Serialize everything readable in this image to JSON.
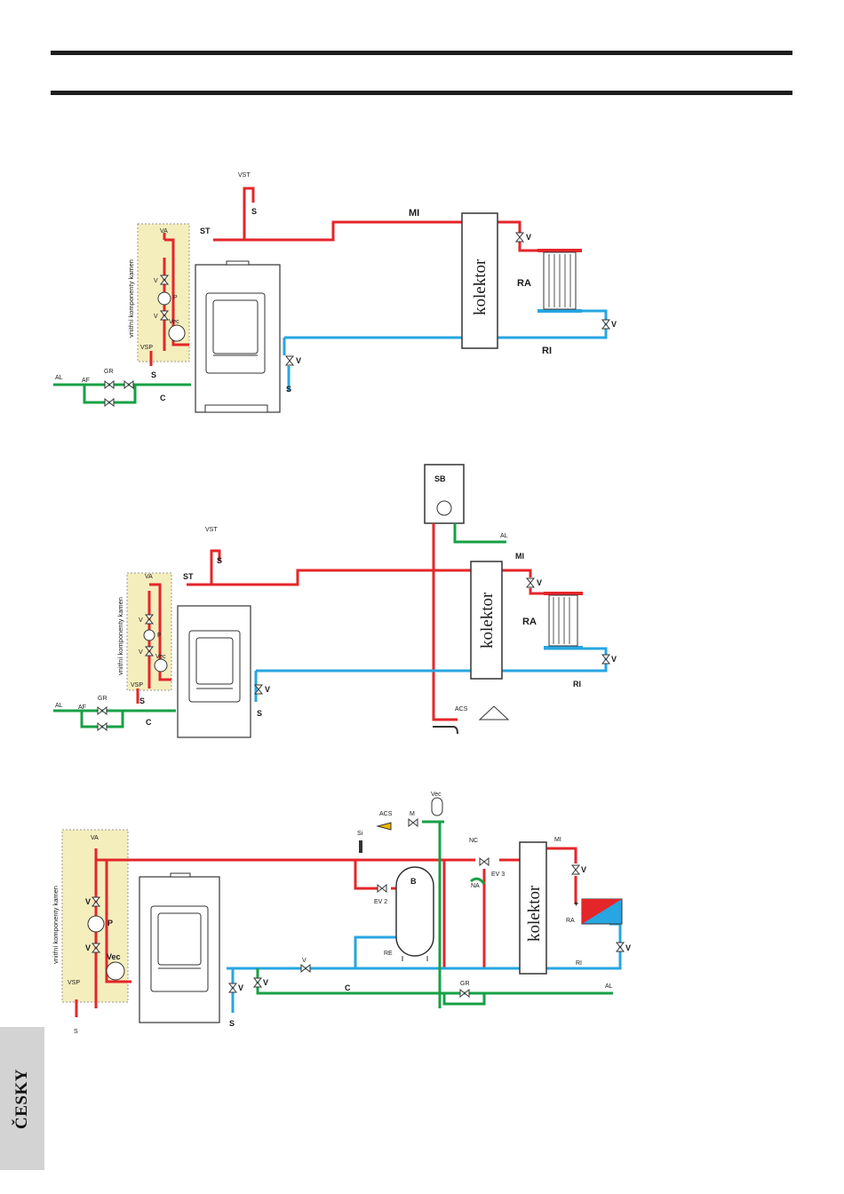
{
  "language_tab": "ČESKY",
  "component_box_label": "vnitřní komponenty kamen",
  "collector_label": "kolektor",
  "colors": {
    "flow": "#e4262a",
    "return": "#27a6e1",
    "cold_water": "#17a045",
    "component_box": "#f4eebd"
  },
  "diagram1": {
    "labels": {
      "vst": "VST",
      "s_top": "S",
      "mi": "MI",
      "st": "ST",
      "va": "VA",
      "v1": "V",
      "p": "P",
      "v2": "V",
      "vec": "Vec",
      "vsp": "VSP",
      "s_vsp": "S",
      "al": "AL",
      "af": "AF",
      "gr": "GR",
      "c": "C",
      "v_ret": "V",
      "s_ret": "S",
      "v_ra_top": "V",
      "ra": "RA",
      "v_ra_bot": "V",
      "ri": "RI"
    }
  },
  "diagram2": {
    "labels": {
      "sb": "SB",
      "al_sb": "AL",
      "vst": "VST",
      "s_top": "S",
      "mi": "MI",
      "st": "ST",
      "va": "VA",
      "v1": "V",
      "p": "P",
      "v2": "V",
      "vec": "Vec",
      "vsp": "VSP",
      "s_vsp": "S",
      "al": "AL",
      "af": "AF",
      "gr": "GR",
      "c": "C",
      "v_ret": "V",
      "s_ret": "S",
      "v_ra_top": "V",
      "ra": "RA",
      "v_ra_bot": "V",
      "ri": "RI",
      "acs": "ACS"
    }
  },
  "diagram3": {
    "labels": {
      "va": "VA",
      "v1": "V",
      "p": "P",
      "v2": "V",
      "vec": "Vec",
      "vsp": "VSP",
      "s_vsp": "S",
      "v_ret": "V",
      "s_ret": "S",
      "v_c": "V",
      "v_mid": "V",
      "c": "C",
      "si": "Si",
      "acs": "ACS",
      "m": "M",
      "vec_top": "Vec",
      "ev2": "EV 2",
      "b": "B",
      "re": "RE",
      "nc": "NC",
      "na": "NA",
      "ev3": "EV 3",
      "mi": "MI",
      "v_ra_top": "V",
      "ra": "RA",
      "plus": "+",
      "v_ra_bot": "V",
      "ri": "RI",
      "gr": "GR",
      "al": "AL"
    }
  }
}
